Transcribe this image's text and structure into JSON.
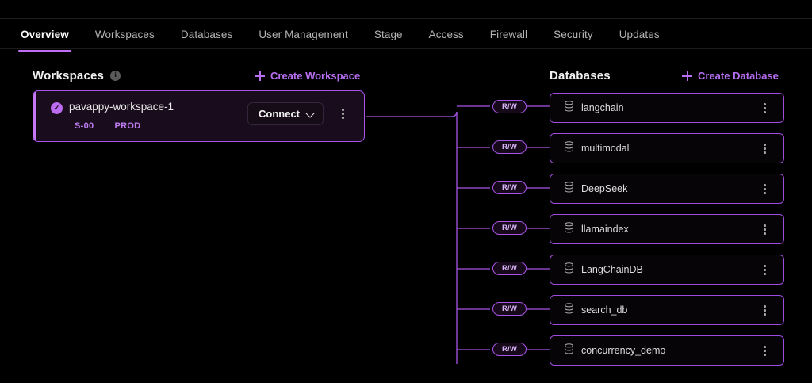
{
  "tabs": [
    {
      "label": "Overview",
      "active": true
    },
    {
      "label": "Workspaces",
      "active": false
    },
    {
      "label": "Databases",
      "active": false
    },
    {
      "label": "User Management",
      "active": false
    },
    {
      "label": "Stage",
      "active": false
    },
    {
      "label": "Access",
      "active": false
    },
    {
      "label": "Firewall",
      "active": false
    },
    {
      "label": "Security",
      "active": false
    },
    {
      "label": "Updates",
      "active": false
    }
  ],
  "workspaces_section": {
    "title": "Workspaces",
    "info_icon": "info-icon",
    "create_label": "Create Workspace",
    "create_icon": "plus-icon",
    "cards": [
      {
        "name": "pavappy-workspace-1",
        "status_icon": "check-circle-icon",
        "badges": [
          "S-00",
          "PROD"
        ],
        "connect_label": "Connect",
        "connect_icon": "chevron-down-icon",
        "menu_icon": "kebab-menu-icon"
      }
    ]
  },
  "databases_section": {
    "title": "Databases",
    "create_label": "Create Database",
    "create_icon": "plus-icon",
    "access_label": "R/W",
    "items": [
      {
        "name": "langchain",
        "icon": "database-icon",
        "access": "R/W",
        "menu_icon": "kebab-menu-icon"
      },
      {
        "name": "multimodal",
        "icon": "database-icon",
        "access": "R/W",
        "menu_icon": "kebab-menu-icon"
      },
      {
        "name": "DeepSeek",
        "icon": "database-icon",
        "access": "R/W",
        "menu_icon": "kebab-menu-icon"
      },
      {
        "name": "llamaindex",
        "icon": "database-icon",
        "access": "R/W",
        "menu_icon": "kebab-menu-icon"
      },
      {
        "name": "LangChainDB",
        "icon": "database-icon",
        "access": "R/W",
        "menu_icon": "kebab-menu-icon"
      },
      {
        "name": "search_db",
        "icon": "database-icon",
        "access": "R/W",
        "menu_icon": "kebab-menu-icon"
      },
      {
        "name": "concurrency_demo",
        "icon": "database-icon",
        "access": "R/W",
        "menu_icon": "kebab-menu-icon"
      }
    ]
  },
  "colors": {
    "background": "#000000",
    "accent_purple": "#b66ef0",
    "card_border": "#a855e8",
    "connector_line": "#a855e8",
    "text_primary": "#f0f0f0",
    "text_muted": "#b4b4b4"
  }
}
